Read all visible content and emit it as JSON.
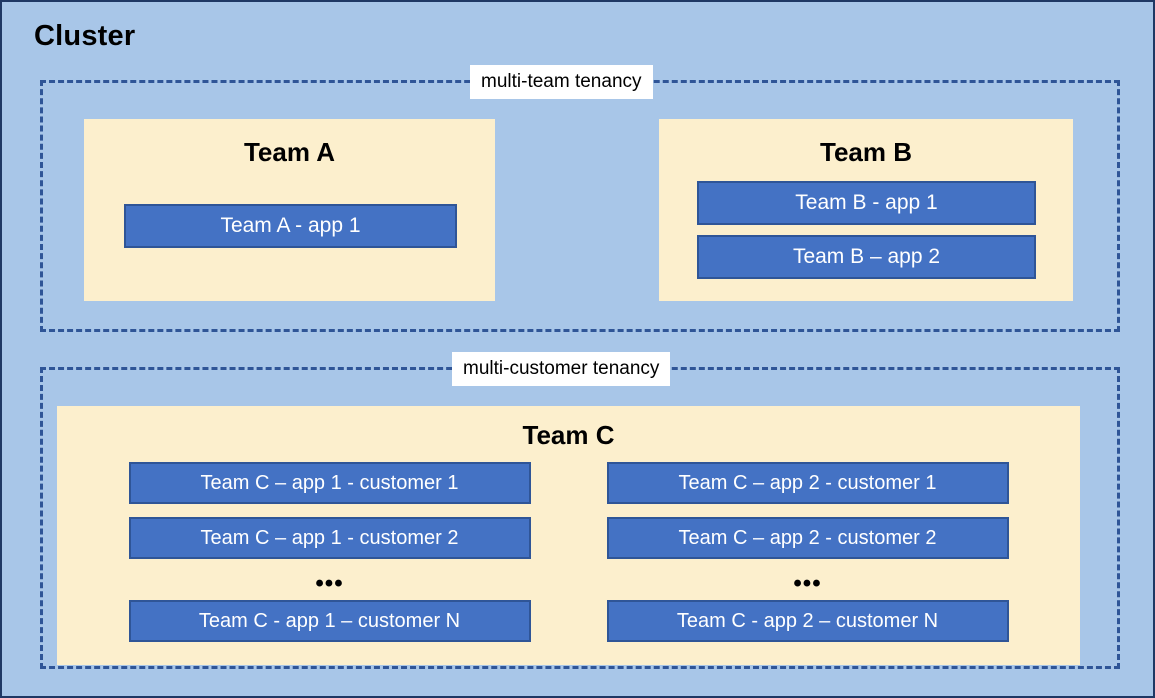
{
  "diagram": {
    "title": "Cluster",
    "colors": {
      "background": "#a8c6e8",
      "dashed_border": "#2f5597",
      "team_box_fill": "#fcefcd",
      "app_fill": "#4472c4",
      "app_border": "#2f5597",
      "app_text": "#ffffff",
      "label_chip_fill": "#ffffff",
      "outer_border": "#1f3864"
    }
  },
  "tenancies": {
    "multi_team": {
      "label": "multi-team tenancy",
      "teams": [
        {
          "name": "Team A",
          "apps": [
            "Team A - app 1"
          ]
        },
        {
          "name": "Team B",
          "apps": [
            "Team B - app 1",
            "Team B – app 2"
          ]
        }
      ]
    },
    "multi_customer": {
      "label": "multi-customer tenancy",
      "teams": [
        {
          "name": "Team C",
          "columns": [
            {
              "apps_top": [
                "Team C – app 1 - customer 1",
                "Team C – app 1 - customer 2"
              ],
              "ellipsis": "•••",
              "apps_bottom": [
                "Team C - app 1 – customer N"
              ]
            },
            {
              "apps_top": [
                "Team C – app 2 - customer 1",
                "Team C – app 2 - customer 2"
              ],
              "ellipsis": "•••",
              "apps_bottom": [
                "Team C - app 2 – customer N"
              ]
            }
          ]
        }
      ]
    }
  }
}
